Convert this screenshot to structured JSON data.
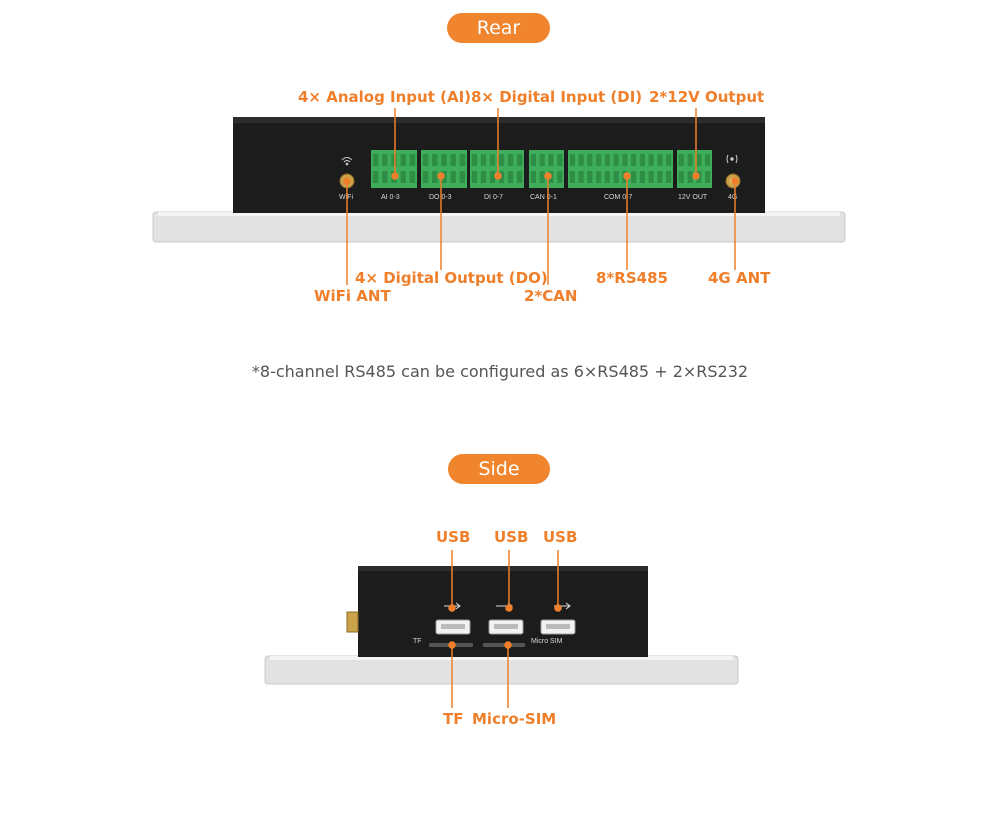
{
  "rear": {
    "title": "Rear",
    "callouts": {
      "ai": "4× Analog Input (AI)",
      "di": "8× Digital Input (DI)",
      "out12v": "2*12V Output",
      "do": "4× Digital Output (DO)",
      "wifi": "WiFi ANT",
      "can": "2*CAN",
      "rs485": "8*RS485",
      "ant4g": "4G ANT"
    },
    "panel_labels": {
      "wifi": "WiFi",
      "ai": "AI 0-3",
      "do": "DO 0-3",
      "di": "DI 0-7",
      "can": "CAN 0-1",
      "com": "COM 0-7",
      "out12v": "12V OUT",
      "ant4g": "4G"
    },
    "note": "*8-channel RS485 can be configured as 6×RS485 + 2×RS232"
  },
  "side": {
    "title": "Side",
    "callouts": {
      "usb1": "USB",
      "usb2": "USB",
      "usb3": "USB",
      "tf": "TF",
      "microsim": "Micro-SIM"
    },
    "panel_labels": {
      "tf": "TF",
      "microsim": "Micro SIM"
    }
  },
  "colors": {
    "accent": "#f0852d",
    "device_body": "#1c1c1c",
    "frame": "#dcdcdc",
    "terminal": "#3fae5a"
  }
}
